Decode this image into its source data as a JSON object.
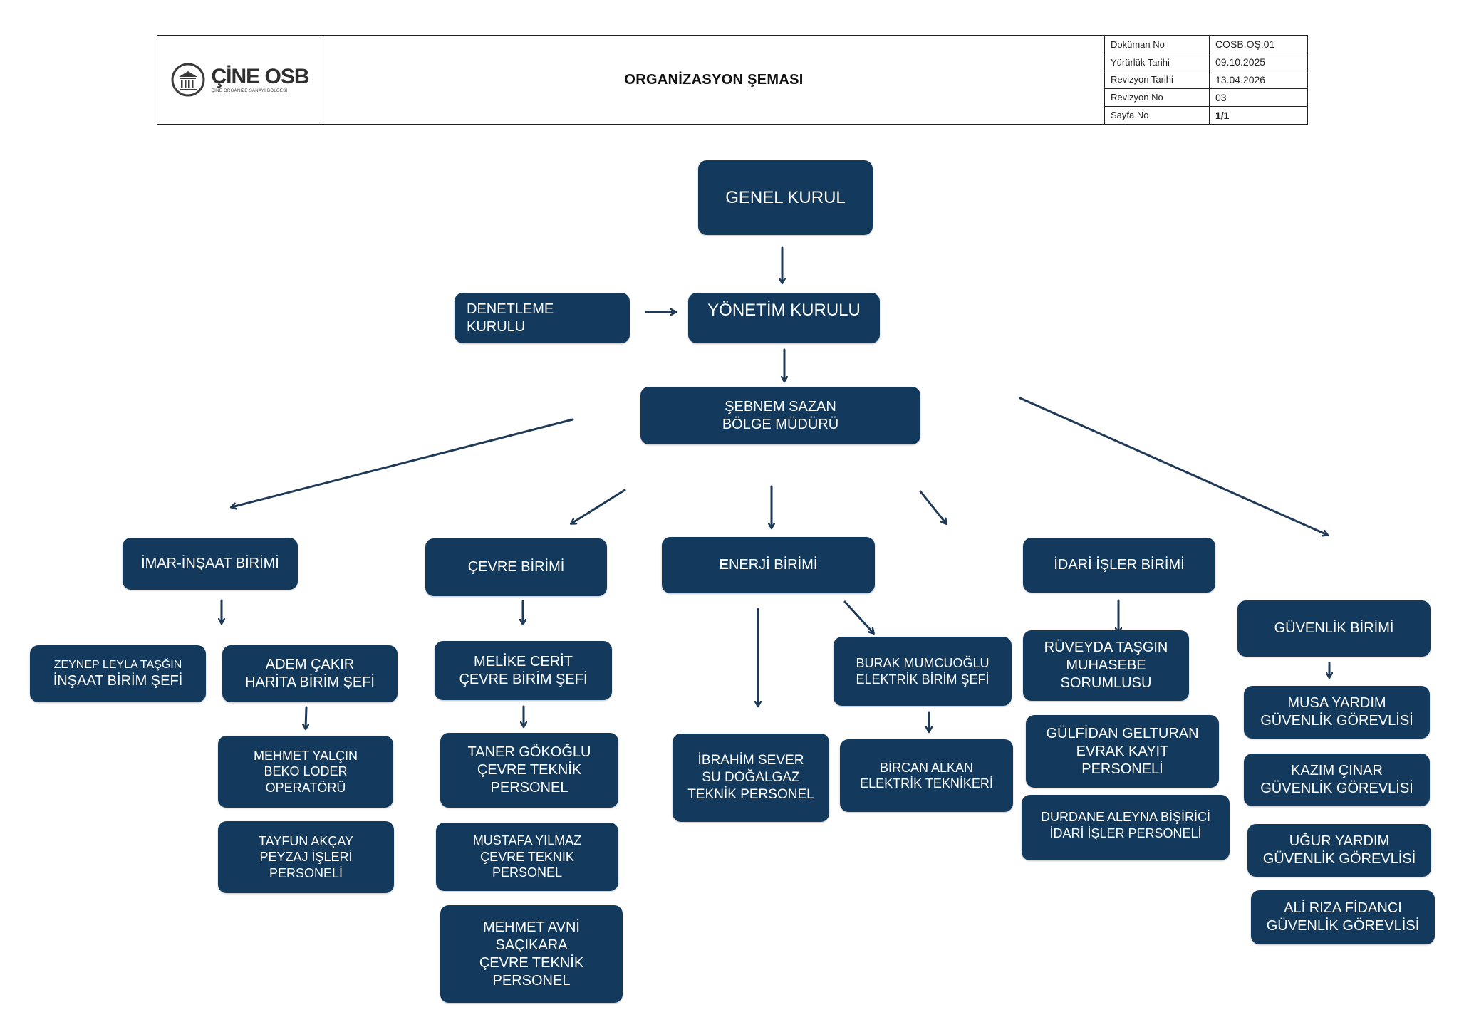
{
  "header": {
    "logo_name": "ÇİNE OSB",
    "logo_sub": "ÇİNE ORGANİZE SANAYİ BÖLGESİ",
    "title": "ORGANİZASYON ŞEMASI",
    "meta": [
      {
        "k": "Doküman No",
        "v": "COSB.OŞ.01"
      },
      {
        "k": "Yürürlük Tarihi",
        "v": "09.10.2025"
      },
      {
        "k": "Revizyon Tarihi",
        "v": "13.04.2026"
      },
      {
        "k": "Revizyon No",
        "v": "03"
      },
      {
        "k": "Sayfa No",
        "v": "1/1"
      }
    ]
  },
  "chart": {
    "genel_kurul": "GENEL KURUL",
    "yonetim_kurulu": "YÖNETİM KURULU",
    "denetleme_kurulu": [
      "DENETLEME",
      "KURULU"
    ],
    "bolge_muduru": [
      "ŞEBNEM SAZAN",
      "BÖLGE MÜDÜRÜ"
    ],
    "units": {
      "imar": "İMAR-İNŞAAT BİRİMİ",
      "cevre": "ÇEVRE BİRİMİ",
      "enerji_first": "E",
      "enerji_rest": "NERJİ BİRİMİ",
      "idari": "İDARİ İŞLER BİRİMİ",
      "guvenlik": "GÜVENLİK BİRİMİ"
    },
    "imar_staff": {
      "zeynep": [
        "ZEYNEP LEYLA TAŞĞIN",
        "İNŞAAT BİRİM ŞEFİ"
      ],
      "adem": [
        "ADEM ÇAKIR",
        "HARİTA BİRİM ŞEFİ"
      ],
      "mehmet": [
        "MEHMET YALÇIN",
        "BEKO LODER",
        "OPERATÖRÜ"
      ],
      "tayfun": [
        "TAYFUN AKÇAY",
        "PEYZAJ İŞLERİ",
        "PERSONELİ"
      ]
    },
    "cevre_staff": {
      "melike": [
        "MELİKE CERİT",
        "ÇEVRE BİRİM ŞEFİ"
      ],
      "taner": [
        "TANER GÖKOĞLU",
        "ÇEVRE TEKNİK",
        "PERSONEL"
      ],
      "mustafa": [
        "MUSTAFA YILMAZ",
        "ÇEVRE TEKNİK",
        "PERSONEL"
      ],
      "avni": [
        "MEHMET AVNİ",
        "SAÇIKARA",
        "ÇEVRE TEKNİK",
        "PERSONEL"
      ]
    },
    "enerji_staff": {
      "ibrahim": [
        "İBRAHİM SEVER",
        "SU DOĞALGAZ",
        "TEKNİK PERSONEL"
      ],
      "burak": [
        "BURAK MUMCUOĞLU",
        "ELEKTRİK BİRİM ŞEFİ"
      ],
      "bircan": [
        "BİRCAN ALKAN",
        "ELEKTRİK TEKNİKERİ"
      ]
    },
    "idari_staff": {
      "ruveyda": [
        "RÜVEYDA TAŞGIN",
        "MUHASEBE",
        "SORUMLUSU"
      ],
      "gulfidan": [
        "GÜLFİDAN GELTURAN",
        "EVRAK KAYIT",
        "PERSONELİ"
      ],
      "durdane": [
        "DURDANE ALEYNA BİŞİRİCİ",
        "İDARİ İŞLER PERSONELİ"
      ]
    },
    "guvenlik_staff": {
      "musa": [
        "MUSA YARDIM",
        "GÜVENLİK GÖREVLİSİ"
      ],
      "kazim": [
        "KAZIM ÇINAR",
        "GÜVENLİK GÖREVLİSİ"
      ],
      "ugur": [
        "UĞUR YARDIM",
        "GÜVENLİK GÖREVLİSİ"
      ],
      "ali": [
        "ALİ RIZA FİDANCI",
        "GÜVENLİK GÖREVLİSİ"
      ]
    }
  },
  "colors": {
    "box": "#133a5c",
    "arrow": "#1f3a57"
  }
}
